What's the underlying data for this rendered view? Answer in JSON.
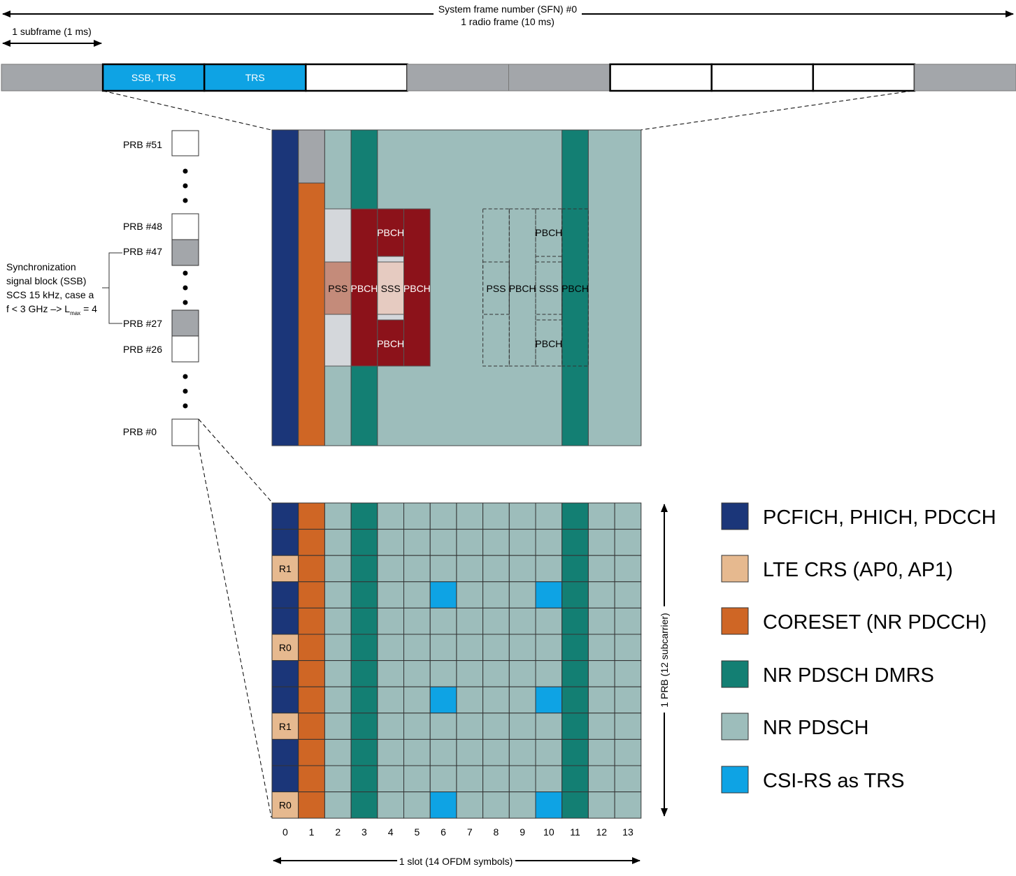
{
  "header": {
    "sfn_line1": "System frame number (SFN) #0",
    "sfn_line2": "1 radio frame (10 ms)",
    "subframe_label": "1 subframe (1 ms)"
  },
  "subframes": [
    {
      "label": "",
      "kind": "gray"
    },
    {
      "label": "SSB, TRS",
      "kind": "blue"
    },
    {
      "label": "TRS",
      "kind": "blue"
    },
    {
      "label": "",
      "kind": "white"
    },
    {
      "label": "",
      "kind": "gray"
    },
    {
      "label": "",
      "kind": "gray"
    },
    {
      "label": "",
      "kind": "white"
    },
    {
      "label": "",
      "kind": "white"
    },
    {
      "label": "",
      "kind": "white"
    },
    {
      "label": "",
      "kind": "gray"
    }
  ],
  "prb_labels": {
    "p51": "PRB #51",
    "p48": "PRB #48",
    "p47": "PRB #47",
    "p27": "PRB #27",
    "p26": "PRB #26",
    "p0": "PRB #0"
  },
  "ssb_note": {
    "line1": "Synchronization",
    "line2": "signal block (SSB)",
    "line3": "SCS 15 kHz, case a",
    "line4_prefix": "f < 3 GHz –> L",
    "line4_sub": "max",
    "line4_suffix": " = 4"
  },
  "ssb_block": {
    "pss": "PSS",
    "pbch": "PBCH",
    "sss": "SSS"
  },
  "grid": {
    "symbols": [
      "0",
      "1",
      "2",
      "3",
      "4",
      "5",
      "6",
      "7",
      "8",
      "9",
      "10",
      "11",
      "12",
      "13"
    ],
    "rows_top_to_bottom": [
      {
        "col0": "pcfich",
        "label": ""
      },
      {
        "col0": "pcfich",
        "label": ""
      },
      {
        "col0": "crs",
        "label": "R1"
      },
      {
        "col0": "pcfich",
        "label": ""
      },
      {
        "col0": "pcfich",
        "label": ""
      },
      {
        "col0": "crs",
        "label": "R0"
      },
      {
        "col0": "pcfich",
        "label": ""
      },
      {
        "col0": "pcfich",
        "label": ""
      },
      {
        "col0": "crs",
        "label": "R1"
      },
      {
        "col0": "pcfich",
        "label": ""
      },
      {
        "col0": "pcfich",
        "label": ""
      },
      {
        "col0": "crs",
        "label": "R0"
      }
    ],
    "csi_rs_rows_top_to_bottom": [
      3,
      7,
      11
    ],
    "csi_rs_symbols": [
      6,
      10
    ],
    "coreset_symbol": 1,
    "dmrs_symbols": [
      3,
      11
    ],
    "prb_axis_label": "1 PRB (12 subcarrier)",
    "slot_label": "1 slot (14 OFDM symbols)"
  },
  "legend": [
    {
      "label": "PCFICH, PHICH, PDCCH",
      "color": "#1b3679"
    },
    {
      "label": "LTE CRS (AP0, AP1)",
      "color": "#e6b98f"
    },
    {
      "label": "CORESET (NR PDCCH)",
      "color": "#cf6625"
    },
    {
      "label": "NR PDSCH DMRS",
      "color": "#137f73"
    },
    {
      "label": "NR PDSCH",
      "color": "#9dbdbb"
    },
    {
      "label": "CSI-RS as TRS",
      "color": "#0ea3e4"
    }
  ],
  "colors": {
    "pcfich": "#1b3679",
    "crs": "#e6b98f",
    "coreset": "#cf6625",
    "dmrs": "#137f73",
    "pdsch": "#9dbdbb",
    "csirs": "#0ea3e4",
    "gray": "#a3a6aa",
    "pbch": "#8c121a",
    "pss": "#c48b7a",
    "sss": "#e6cbc1",
    "light_gray": "#d4d7db"
  }
}
